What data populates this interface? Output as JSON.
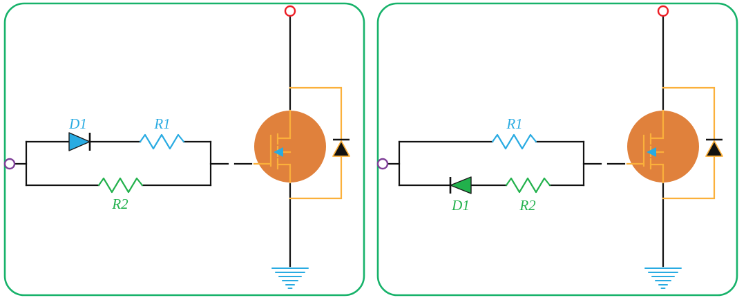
{
  "diagram": {
    "title": "mosfet-gate-drive-circuits",
    "panels": [
      {
        "id": "left",
        "labels": {
          "D1": "D1",
          "R1": "R1",
          "R2": "R2"
        }
      },
      {
        "id": "right",
        "labels": {
          "R1": "R1",
          "D1": "D1",
          "R2": "R2"
        }
      }
    ]
  },
  "colors": {
    "border": "#17b26a",
    "wire": "#111111",
    "blue": "#29abe2",
    "green": "#22b14c",
    "orange_fill": "#e0813c",
    "orange_wire": "#fbb03b",
    "red": "#ed1c24",
    "purple": "#7f3f98"
  }
}
